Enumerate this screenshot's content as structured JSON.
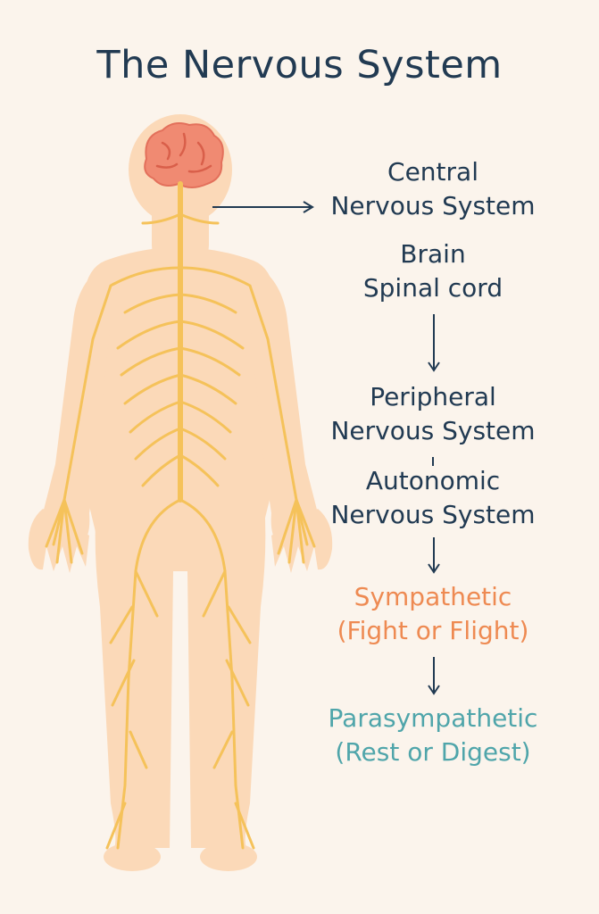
{
  "title": "The Nervous System",
  "colors": {
    "background": "#fbf4ec",
    "title": "#213a52",
    "text": "#213a52",
    "skin": "#fbd9b8",
    "nerves": "#f5c25a",
    "brain": "#f08a72",
    "sympathetic": "#ee8a52",
    "parasympathetic": "#4fa5aa"
  },
  "cns": {
    "line1": "Central",
    "line2": "Nervous System"
  },
  "cns_parts": {
    "line1": "Brain",
    "line2": "Spinal cord"
  },
  "pns": {
    "line1": "Peripheral",
    "line2": "Nervous System"
  },
  "ans": {
    "line1": "Autonomic",
    "line2": "Nervous System"
  },
  "sympathetic": {
    "line1": "Sympathetic",
    "line2": "(Fight or Flight)"
  },
  "parasympathetic": {
    "line1": "Parasympathetic",
    "line2": "(Rest or Digest)"
  }
}
